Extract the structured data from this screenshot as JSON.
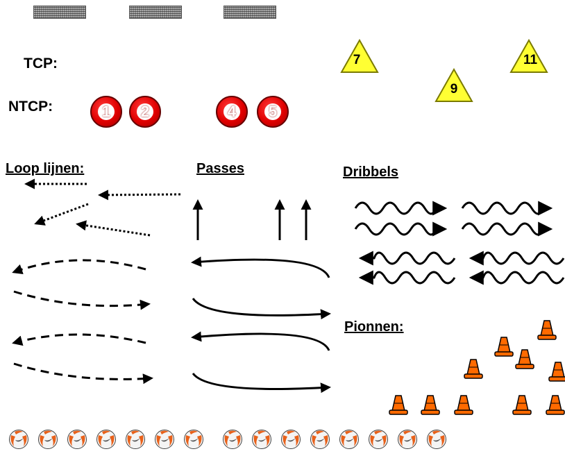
{
  "labels": {
    "tcp": "TCP:",
    "ntcp": "NTCP:",
    "loop_lijnen": "Loop lijnen:",
    "passes": "Passes",
    "dribbels": "Dribbels",
    "pionnen": "Pionnen:"
  },
  "ntcp_players": [
    "1",
    "2",
    "4",
    "5"
  ],
  "tcp_players": [
    "7",
    "9",
    "11"
  ],
  "colors": {
    "player_red": "#e00000",
    "triangle_yellow": "#ffff33",
    "cone_orange": "#ff6a00",
    "line": "#000000"
  },
  "icons": [
    "goal-icon",
    "player-circle-icon",
    "player-triangle-icon",
    "cone-icon",
    "ball-icon"
  ]
}
